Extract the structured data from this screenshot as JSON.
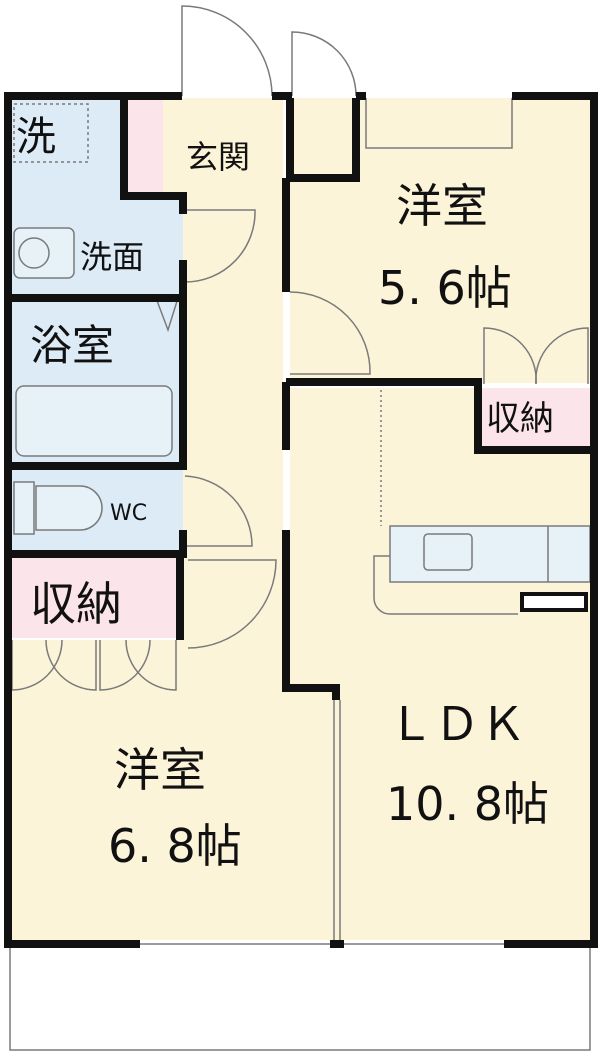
{
  "floorplan": {
    "colors": {
      "wall": "#111111",
      "room": "#fcf4d9",
      "wet": "#dcebf6",
      "storage": "#fbe4ea",
      "fixture_fill": "#e6f1f8",
      "line": "#7a7a7a"
    },
    "rooms": {
      "laundry": "洗",
      "entrance": "玄関",
      "washroom": "洗面",
      "bath": "浴室",
      "wc": "WC",
      "storage_left": "収納",
      "storage_right": "収納",
      "western_room_1": {
        "name": "洋室",
        "size": "5. 6帖"
      },
      "western_room_2": {
        "name": "洋室",
        "size": "6. 8帖"
      },
      "ldk": {
        "name": "ＬＤＫ",
        "size": "10. 8帖"
      }
    }
  }
}
